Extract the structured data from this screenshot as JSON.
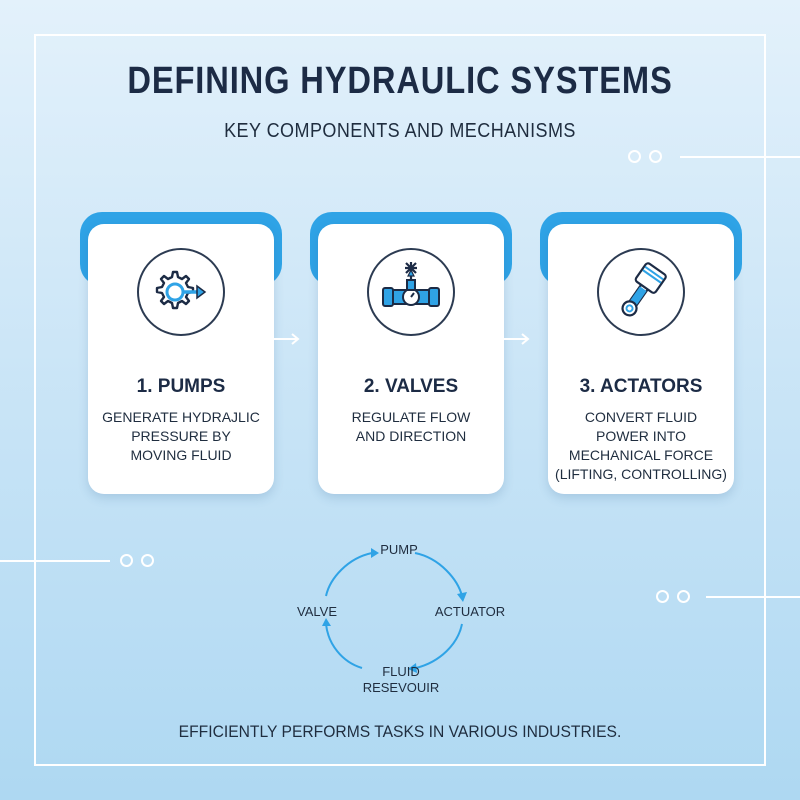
{
  "header": {
    "title": "DEFINING HYDRAULIC SYSTEMS",
    "subtitle": "KEY COMPONENTS AND MECHANISMS"
  },
  "cards": [
    {
      "title": "1. PUMPS",
      "description": "GENERATE HYDRAJLIC\nPRESSURE BY\nMOVING FLUID",
      "icon": "gear-arrow-icon"
    },
    {
      "title": "2. VALVES",
      "description": "REGULATE FLOW\nAND DIRECTION",
      "icon": "valve-icon"
    },
    {
      "title": "3. ACTATORS",
      "description": "CONVERT FLUID\nPOWER INTO\nMECHANICAL FORCE\n(LIFTING, CONTROLLING)",
      "icon": "piston-icon"
    }
  ],
  "cycle": {
    "top": "PUMP",
    "right": "ACTUATOR",
    "bottom": "FLUID\nRESEVOUIR",
    "left": "VALVE"
  },
  "footer": "EFFICIENTLY PERFORMS TASKS IN VARIOUS INDUSTRIES.",
  "colors": {
    "accent": "#2fa3e6",
    "title": "#1c2b45",
    "background_top": "#e3f1fb",
    "background_bottom": "#aed8f2"
  }
}
